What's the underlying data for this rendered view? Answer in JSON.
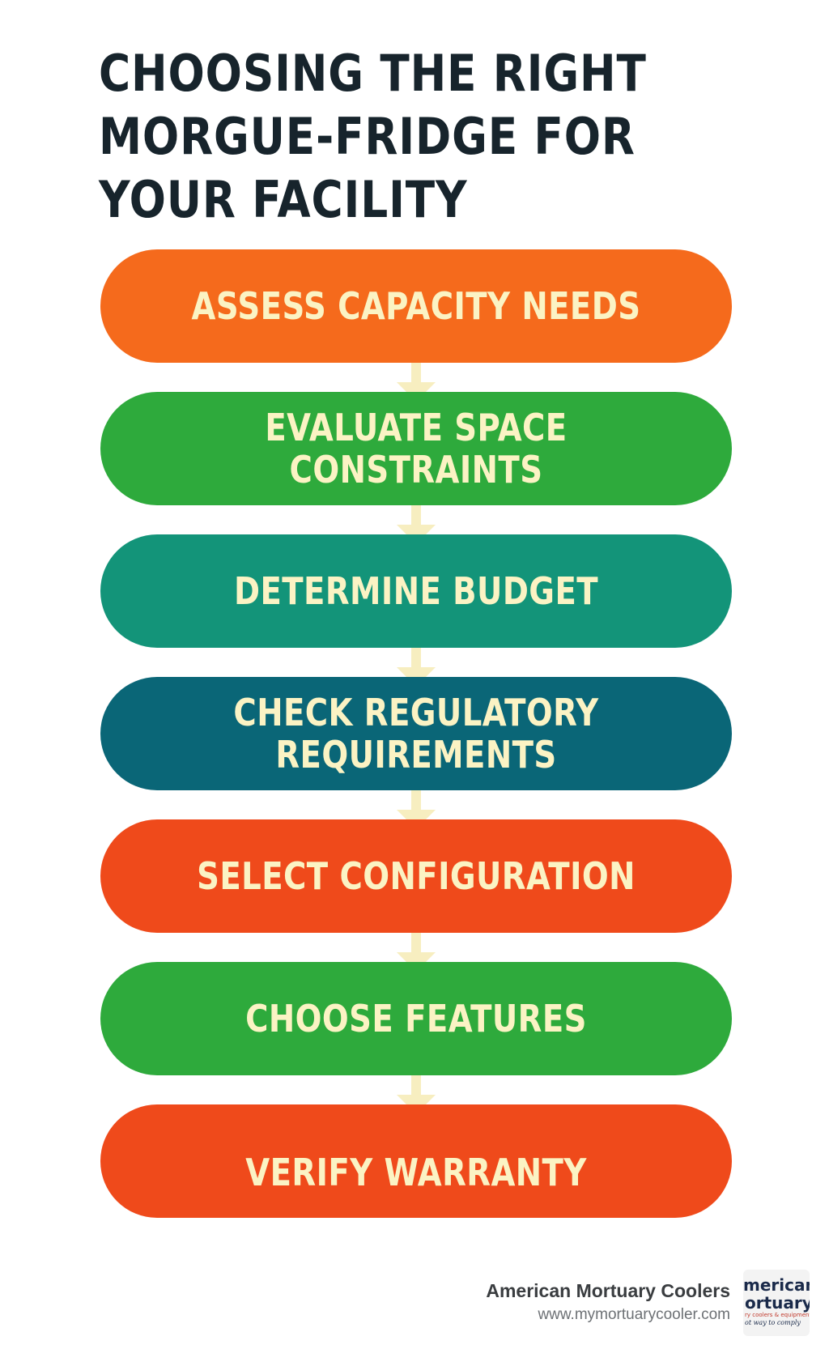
{
  "title": "CHOOSING THE RIGHT\nMORGUE-FRIDGE FOR\nYOUR FACILITY",
  "steps": [
    {
      "label": "ASSESS CAPACITY NEEDS",
      "color": "#f56a1c"
    },
    {
      "label": "EVALUATE SPACE CONSTRAINTS",
      "color": "#2eaa3c"
    },
    {
      "label": "DETERMINE BUDGET",
      "color": "#139479"
    },
    {
      "label": "CHECK REGULATORY\nREQUIREMENTS",
      "color": "#0a6677"
    },
    {
      "label": "SELECT CONFIGURATION",
      "color": "#ef4a1b"
    },
    {
      "label": "CHOOSE FEATURES",
      "color": "#2eaa3c"
    },
    {
      "label": "VERIFY WARRANTY",
      "color": "#ef4a1b"
    }
  ],
  "arrow_color": "#f7eec0",
  "text_color": "#fbf3c4",
  "brand": {
    "name": "American Mortuary Coolers",
    "url": "www.mymortuarycooler.com",
    "logo_text": "merican\nortuary\nry coolers & equipment\not way to comply"
  }
}
